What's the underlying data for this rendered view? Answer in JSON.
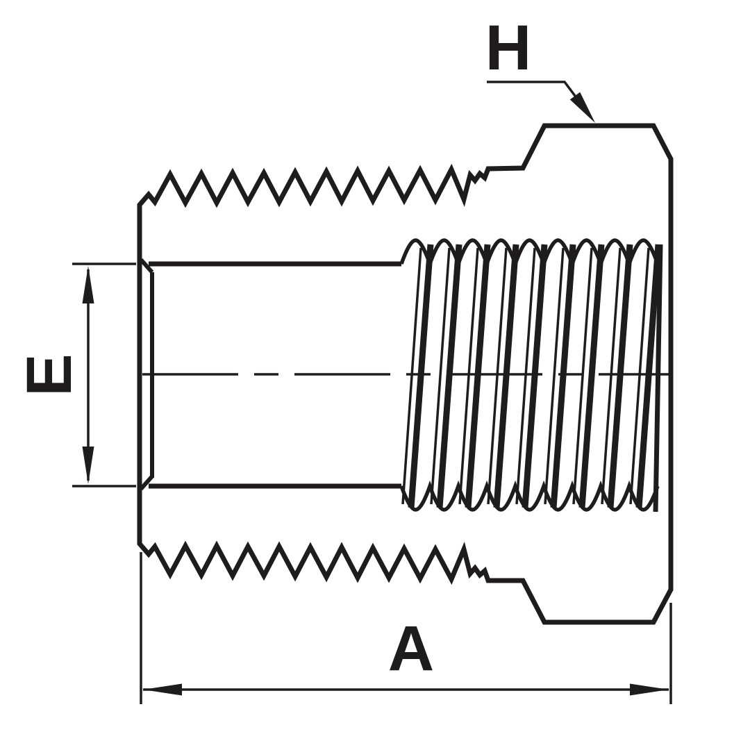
{
  "page": {
    "background_color": "#ffffff"
  },
  "drawing": {
    "ink_color": "#1e1c1c",
    "labels": {
      "hex_callout": "H",
      "bore_diameter": "E",
      "overall_length": "A"
    }
  }
}
